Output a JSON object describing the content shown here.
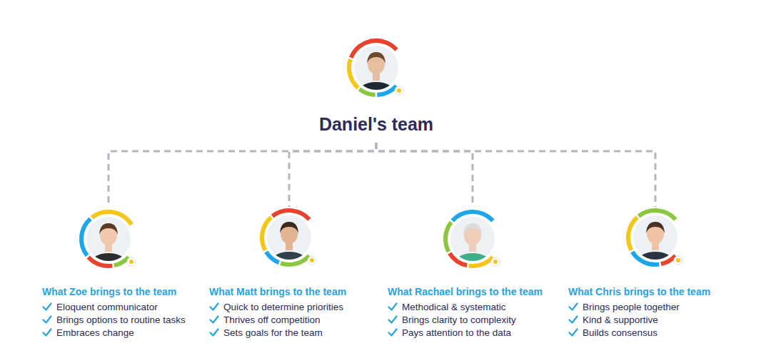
{
  "diagram": {
    "nodes": [
      {
        "text": [
          "Daniel's team"
        ]
      },
      {
        "text": [
          "What Zoe brings to the team",
          "Eloquent communicator",
          "Brings options to routine tasks",
          "Embraces change"
        ]
      },
      {
        "text": [
          "What Matt brings to the team",
          "Quick to determine priorities",
          "Thrives off competition",
          "Sets goals for the team"
        ]
      },
      {
        "text": [
          "What Rachael brings to the team",
          "Methodical & systematic",
          "Brings clarity to complexity",
          "Pays attention to the data"
        ]
      },
      {
        "text": [
          "What Chris brings to the team",
          "Brings people together",
          "Kind & supportive",
          "Builds consensus"
        ]
      }
    ],
    "edges": [
      {
        "from": 0,
        "to": 1,
        "arrow": "none"
      },
      {
        "from": 0,
        "to": 2,
        "arrow": "none"
      },
      {
        "from": 0,
        "to": 3,
        "arrow": "none"
      },
      {
        "from": 0,
        "to": 4,
        "arrow": "none"
      }
    ]
  }
}
